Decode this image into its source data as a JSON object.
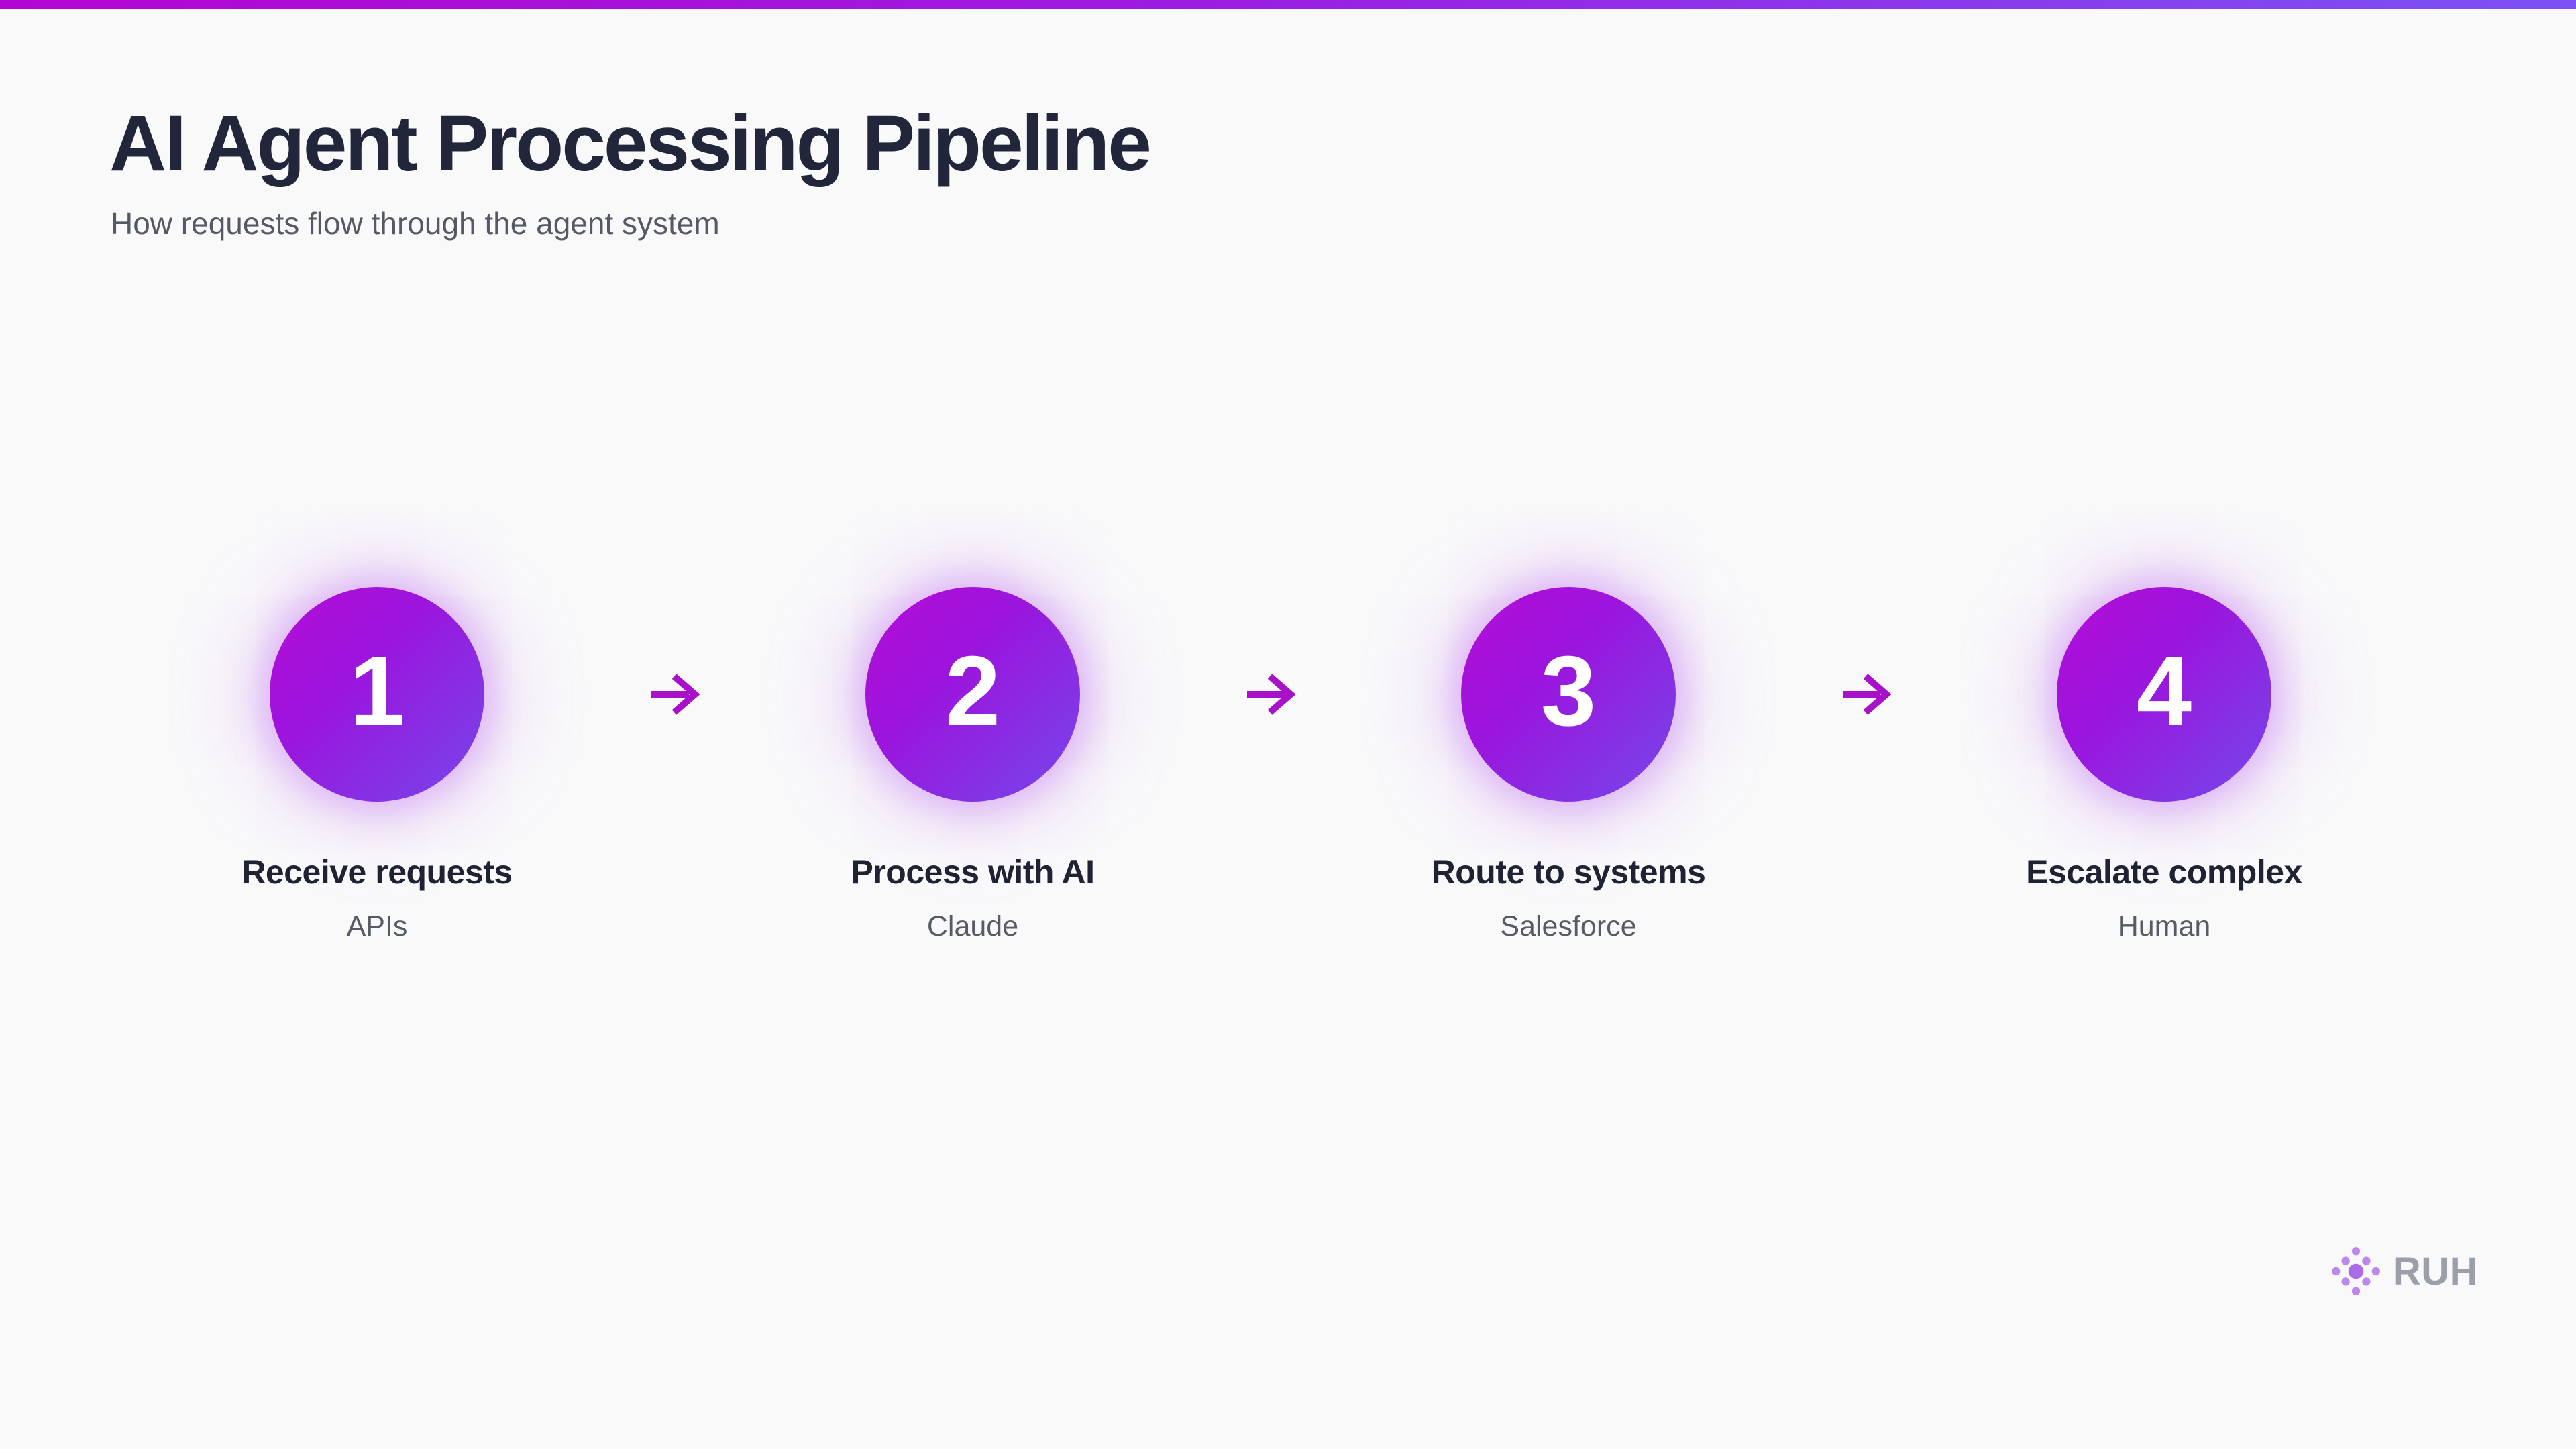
{
  "page": {
    "title": "AI Agent Processing Pipeline",
    "subtitle": "How requests flow through the agent system"
  },
  "accent_bar": {
    "gradient_start": "#b406d1",
    "gradient_end": "#7b52f5"
  },
  "steps": [
    {
      "number": "1",
      "label": "Receive requests",
      "sublabel": "APIs"
    },
    {
      "number": "2",
      "label": "Process with AI",
      "sublabel": "Claude"
    },
    {
      "number": "3",
      "label": "Route to systems",
      "sublabel": "Salesforce"
    },
    {
      "number": "4",
      "label": "Escalate complex",
      "sublabel": "Human"
    }
  ],
  "arrow": {
    "glyph": "arrow-right",
    "color": "#a712c9"
  },
  "circle": {
    "gradient_start": "#b40cd6",
    "gradient_end": "#7448ea",
    "glow_color": "#cd8cf5"
  },
  "logo": {
    "text": "RUH",
    "icon": "dots-cluster",
    "dot_color": "#bd87ec",
    "text_color": "#9b9fa7"
  }
}
